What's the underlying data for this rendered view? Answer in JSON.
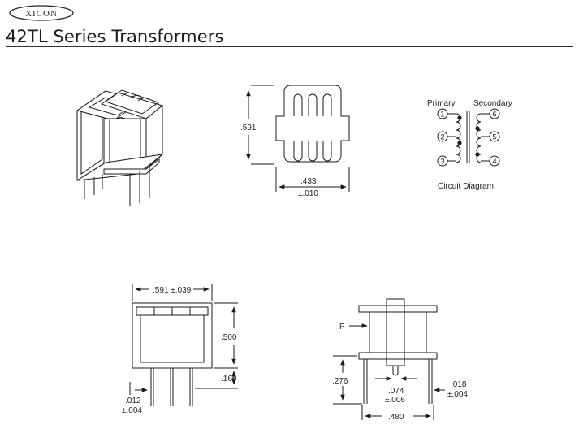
{
  "header": {
    "brand": "XICON",
    "title": "42TL Series Transformers"
  },
  "top_view": {
    "height_label": ".591",
    "width_label": ".433",
    "width_tol": "±.010"
  },
  "circuit": {
    "primary_label": "Primary",
    "secondary_label": "Secondary",
    "caption": "Circuit Diagram",
    "pins_primary": [
      "1",
      "2",
      "3"
    ],
    "pins_secondary": [
      "6",
      "5",
      "4"
    ]
  },
  "front_view": {
    "width_label": ".591 ±.039",
    "height_label": ".500",
    "pin_len_label": ".160",
    "pin_w_label": ".012",
    "pin_w_tol": "±.004"
  },
  "side_view": {
    "p_label": "P",
    "height_label": ".276",
    "center_label": ".074",
    "center_tol": "±.006",
    "pin_label": ".018",
    "pin_tol": "±.004",
    "width_label": ".480"
  }
}
